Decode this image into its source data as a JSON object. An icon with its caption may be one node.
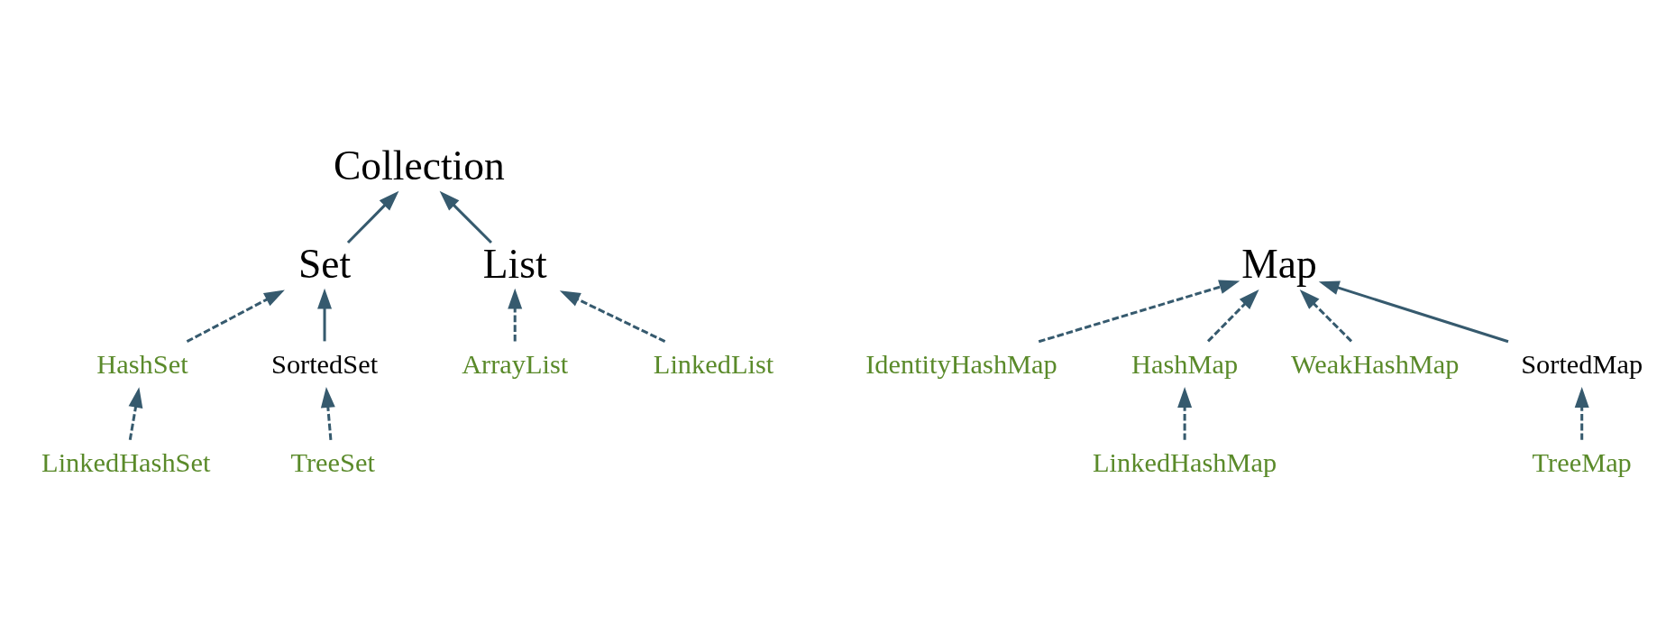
{
  "diagram": {
    "nodes": [
      {
        "text": [
          "Collection"
        ]
      },
      {
        "text": [
          "Set"
        ]
      },
      {
        "text": [
          "List"
        ]
      },
      {
        "text": [
          "Map"
        ]
      },
      {
        "text": [
          "IdentityHashMap"
        ]
      },
      {
        "text": [
          "HashSet"
        ]
      },
      {
        "text": [
          "ArrayList"
        ]
      },
      {
        "text": [
          "LinkedList"
        ]
      },
      {
        "text": [
          "HashMap"
        ]
      },
      {
        "text": [
          "WeakHashMap"
        ]
      },
      {
        "text": [
          "SortedSet"
        ]
      },
      {
        "text": [
          "SortedMap"
        ]
      },
      {
        "text": [
          "LinkedHashSet"
        ]
      },
      {
        "text": [
          "LinkedHashMap"
        ]
      },
      {
        "text": [
          "TreeSet"
        ]
      },
      {
        "text": [
          "TreeMap"
        ]
      }
    ],
    "edges": [
      {
        "from": 1,
        "to": 0,
        "arrow": "to"
      },
      {
        "from": 2,
        "to": 0,
        "arrow": "to"
      },
      {
        "from": 5,
        "to": 1,
        "arrow": "to",
        "style": "dashed"
      },
      {
        "from": 10,
        "to": 1,
        "arrow": "to"
      },
      {
        "from": 6,
        "to": 2,
        "arrow": "to",
        "style": "dashed"
      },
      {
        "from": 7,
        "to": 2,
        "arrow": "to",
        "style": "dashed"
      },
      {
        "from": 4,
        "to": 3,
        "arrow": "to",
        "style": "dashed"
      },
      {
        "from": 8,
        "to": 3,
        "arrow": "to",
        "style": "dashed"
      },
      {
        "from": 11,
        "to": 3,
        "arrow": "to"
      },
      {
        "from": 9,
        "to": 3,
        "arrow": "to",
        "style": "dashed"
      },
      {
        "from": 12,
        "to": 5,
        "arrow": "to",
        "style": "dashed"
      },
      {
        "from": 14,
        "to": 10,
        "arrow": "to",
        "style": "dashed"
      },
      {
        "from": 13,
        "to": 8,
        "arrow": "to",
        "style": "dashed"
      },
      {
        "from": 15,
        "to": 11,
        "arrow": "to",
        "style": "dashed"
      }
    ]
  }
}
